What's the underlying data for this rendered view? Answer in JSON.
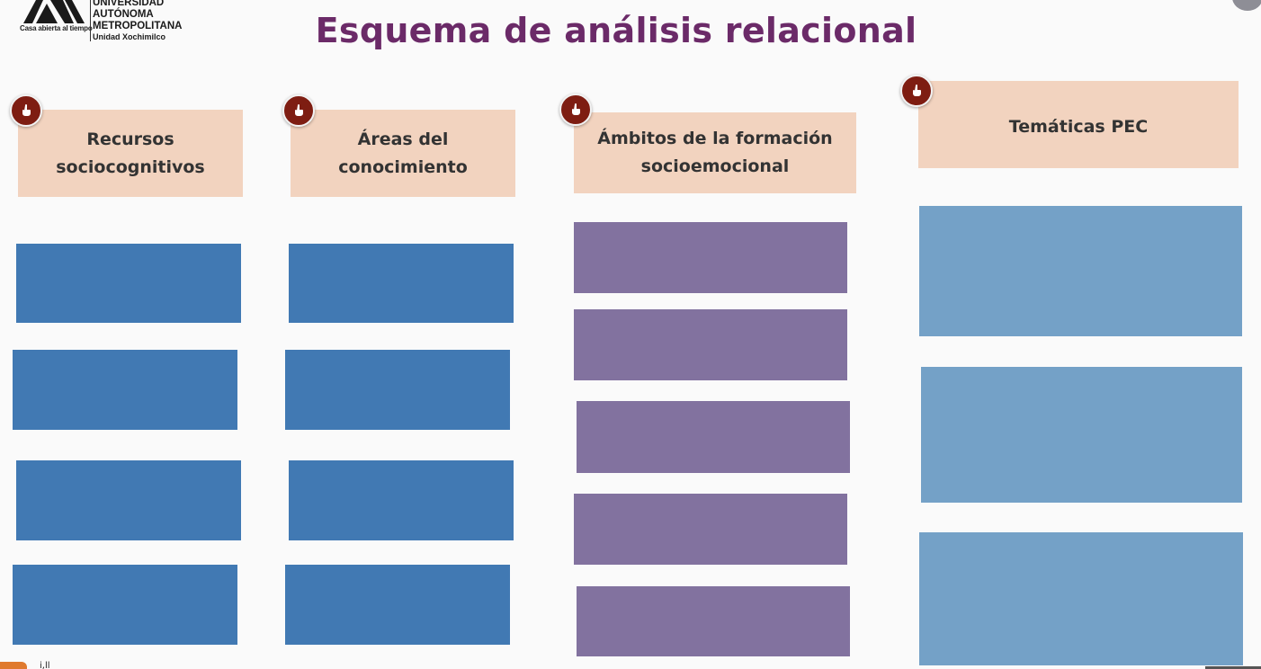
{
  "logo": {
    "motto": "Casa abierta al tiempo",
    "line1": "UNIVERSIDAD",
    "line2": "AUTÓNOMA",
    "line3": "METROPOLITANA",
    "line4": "Unidad Xochimilco"
  },
  "title": "Esquema de análisis relacional",
  "columns": [
    {
      "header_line1": "Recursos",
      "header_line2": "sociocognitivos",
      "slot_color": "#4179b3",
      "slot_count": 4
    },
    {
      "header_line1": "Áreas del",
      "header_line2": "conocimiento",
      "slot_color": "#4179b3",
      "slot_count": 4
    },
    {
      "header_line1": "Ámbitos de la formación",
      "header_line2": "socioemocional",
      "slot_color": "#82729f",
      "slot_count": 5
    },
    {
      "header_line1": "Temáticas PEC",
      "header_line2": "",
      "slot_color": "#74a1c7",
      "slot_count": 3
    }
  ],
  "icons": {
    "click": "pointer-click-icon"
  },
  "colors": {
    "title": "#6b2a68",
    "header_bg": "#f2d3bf",
    "badge": "#7e1d12"
  },
  "bottom_fragment": "i,ll"
}
